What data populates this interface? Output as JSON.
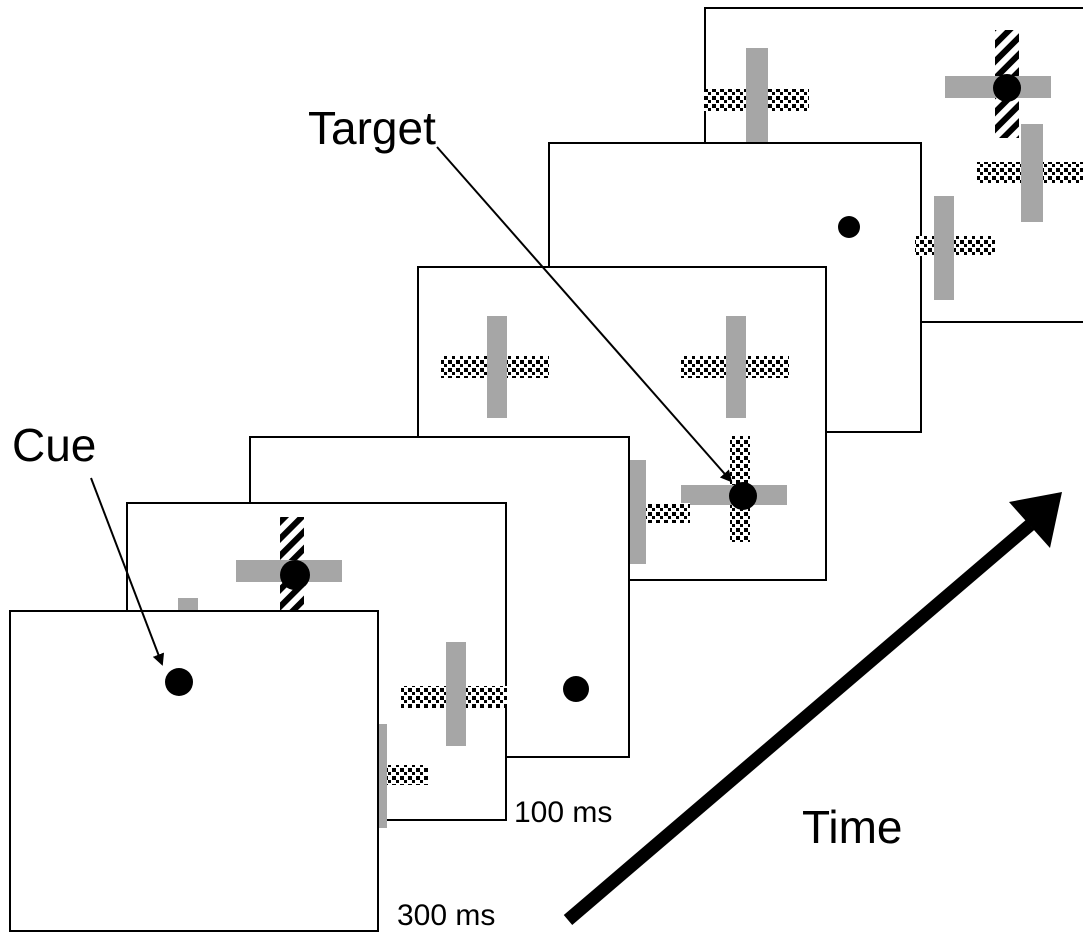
{
  "labels": {
    "cue": "Cue",
    "target": "Target",
    "time": "Time",
    "duration_1": "100 ms",
    "duration_2": "300 ms"
  },
  "frames": [
    {
      "id": "frame-1",
      "content": "dot"
    },
    {
      "id": "frame-2",
      "content": "crosses"
    },
    {
      "id": "frame-3",
      "content": "dot"
    },
    {
      "id": "frame-4",
      "content": "crosses-with-target"
    },
    {
      "id": "frame-5",
      "content": "dot"
    },
    {
      "id": "frame-6",
      "content": "crosses"
    }
  ],
  "colors": {
    "bar": "#a6a6a6",
    "stroke": "#000000",
    "fill": "#ffffff"
  }
}
